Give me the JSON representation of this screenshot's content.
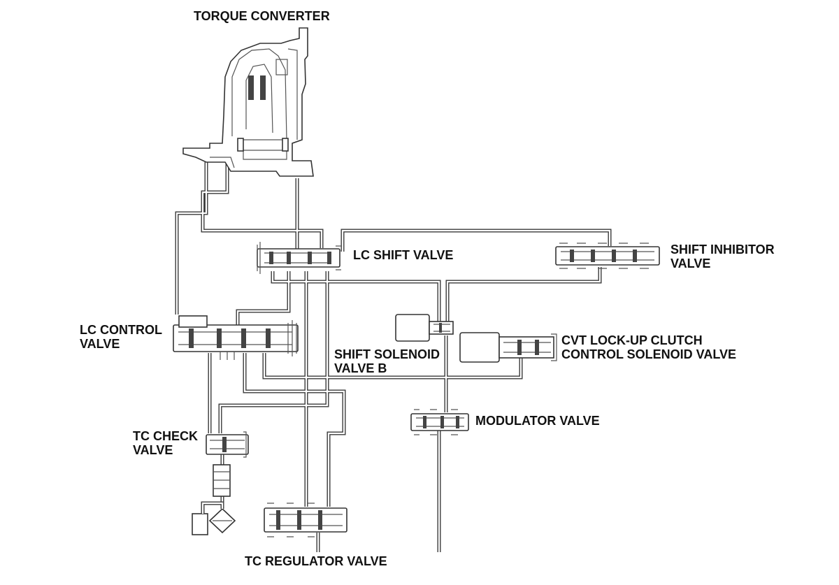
{
  "labels": {
    "torque_converter": "TORQUE CONVERTER",
    "lc_shift_valve": "LC SHIFT VALVE",
    "shift_inhibitor_valve": [
      "SHIFT INHIBITOR",
      "VALVE"
    ],
    "lc_control_valve": [
      "LC CONTROL",
      "VALVE"
    ],
    "shift_solenoid_valve_b": [
      "SHIFT SOLENOID",
      "VALVE B"
    ],
    "cvt_lockup_solenoid": [
      "CVT LOCK-UP CLUTCH",
      "CONTROL SOLENOID VALVE"
    ],
    "modulator_valve": "MODULATOR VALVE",
    "tc_check_valve": [
      "TC CHECK",
      "VALVE"
    ],
    "tc_regulator_valve": "TC REGULATOR VALVE"
  }
}
